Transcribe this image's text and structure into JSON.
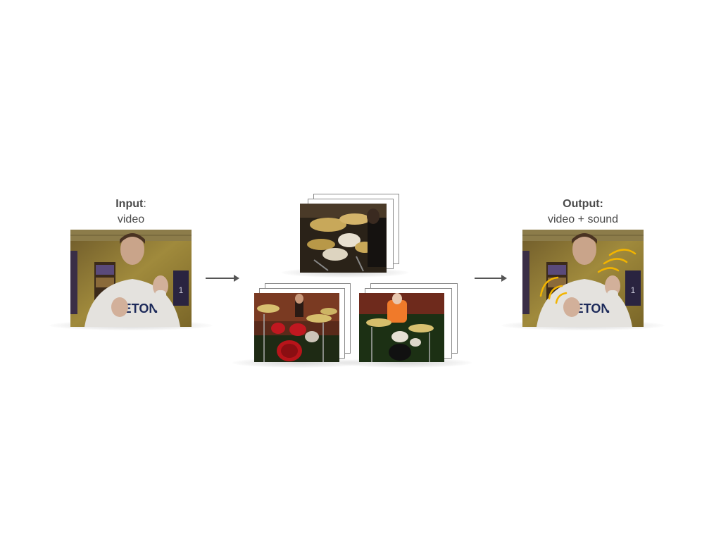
{
  "input": {
    "title": "Input",
    "title_suffix": ":",
    "subtitle": "video"
  },
  "output": {
    "title": "Output:",
    "subtitle": "video + sound"
  },
  "shirt_text": "LETON",
  "jersey_number": "1",
  "colors": {
    "caption_text": "#4a4a4a",
    "arrow": "#555555",
    "sound_waves": "#f2b400",
    "drum_red": "#b8141a",
    "shirt_orange": "#f07a2a"
  },
  "icons": {
    "arrow_1": "right-arrow-icon",
    "arrow_2": "right-arrow-icon",
    "sound_waves": "sound-wave-icon"
  }
}
